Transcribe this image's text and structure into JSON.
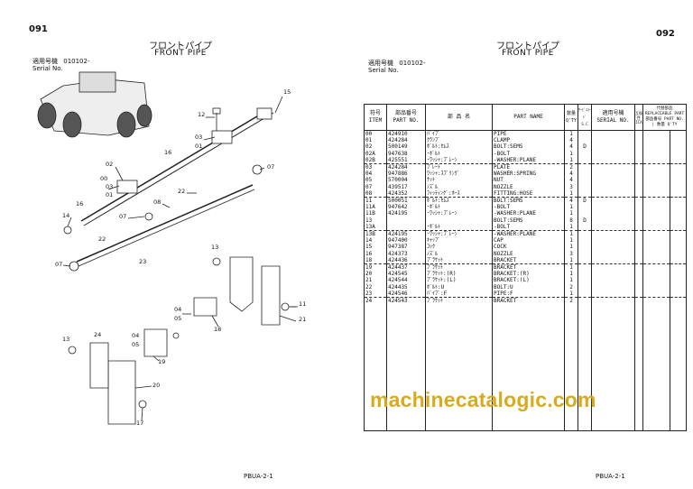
{
  "left_page": {
    "page_number": "091",
    "title_jp": "フロントパイプ",
    "title_en": "FRONT PIPE",
    "serial_label_jp": "適用号機",
    "serial_value": "010102-",
    "serial_label_en": "Serial No.",
    "footer": "PBUA-2-1",
    "callouts": [
      "15",
      "12",
      "03",
      "01",
      "16",
      "07",
      "02",
      "00",
      "03",
      "01",
      "22",
      "08",
      "07",
      "14",
      "16",
      "22",
      "07",
      "23",
      "13",
      "11",
      "21",
      "04",
      "05",
      "18",
      "13",
      "24",
      "04",
      "05",
      "19",
      "20",
      "17"
    ]
  },
  "right_page": {
    "page_number": "092",
    "title_jp": "フロントパイプ",
    "title_en": "FRONT PIPE",
    "serial_label_jp": "適用号機",
    "serial_value": "010102-",
    "serial_label_en": "Serial No.",
    "footer": "PBUA-2-1",
    "headers": {
      "item_jp": "符号",
      "item_en": "ITEM",
      "part_no_jp": "部品番号",
      "part_no_en": "PART NO.",
      "name_jp": "部 品 名",
      "part_name": "PART NAME",
      "qty_jp": "数量",
      "qty_en": "Q'TY",
      "sc_jp": "ｻｰﾋﾞｽｺｰﾄﾞ",
      "sc_en": "S.C",
      "serial_jp": "適用号機",
      "serial_en": "SERIAL NO.",
      "interchange_jp": "互換性",
      "interchange_en": "ICA",
      "replaceable_jp": "代替部品",
      "replaceable_en": "REPLACEABLE PART",
      "rep_part_no": "部品番号 PART NO.",
      "rep_qty": "数量 Q'TY"
    },
    "rows": [
      {
        "item": "00",
        "part_no": "424910",
        "name_jp": "ﾊﾟｲﾌﾟ",
        "part_name": "PIPE",
        "qty": "1",
        "sc": ""
      },
      {
        "item": "01",
        "part_no": "424284",
        "name_jp": "ｸﾗﾝﾌﾟ",
        "part_name": "CLAMP",
        "qty": "4",
        "sc": ""
      },
      {
        "item": "02",
        "part_no": "500149",
        "name_jp": "ﾎﾞﾙﾄ:ｾﾑｽ",
        "part_name": "BOLT:SEMS",
        "qty": "4",
        "sc": "D"
      },
      {
        "item": "02A",
        "part_no": "947638",
        "name_jp": "･ﾎﾞﾙﾄ",
        "part_name": "-BOLT",
        "qty": "1",
        "sc": ""
      },
      {
        "item": "02B",
        "part_no": "425551",
        "name_jp": "･ﾜｯｼｬ:ﾌﾟﾚｰﾝ",
        "part_name": "-WASHER:PLANE",
        "qty": "1",
        "sc": ""
      },
      {
        "item": "03",
        "part_no": "424284",
        "name_jp": "ﾌﾟﾚｰﾄ",
        "part_name": "PLATE",
        "qty": "2",
        "sc": ""
      },
      {
        "item": "04",
        "part_no": "947886",
        "name_jp": "ﾜｯｼｬ:ｽﾌﾟﾘﾝｸﾞ",
        "part_name": "WASHER:SPRING",
        "qty": "4",
        "sc": ""
      },
      {
        "item": "05",
        "part_no": "570004",
        "name_jp": "ﾅｯﾄ",
        "part_name": "NUT",
        "qty": "4",
        "sc": ""
      },
      {
        "item": "07",
        "part_no": "439517",
        "name_jp": "ﾉｽﾞﾙ",
        "part_name": "NOZZLE",
        "qty": "3",
        "sc": ""
      },
      {
        "item": "08",
        "part_no": "424352",
        "name_jp": "ﾌｨｯﾃｨﾝｸﾞ:ﾎｰｽ",
        "part_name": "FITTING:HOSE",
        "qty": "1",
        "sc": ""
      },
      {
        "item": "11",
        "part_no": "500051",
        "name_jp": "ﾎﾞﾙﾄ:ｾﾑｽ",
        "part_name": "BOLT:SEMS",
        "qty": "4",
        "sc": "D"
      },
      {
        "item": "11A",
        "part_no": "947642",
        "name_jp": "･ﾎﾞﾙﾄ",
        "part_name": "-BOLT",
        "qty": "1",
        "sc": ""
      },
      {
        "item": "11B",
        "part_no": "424195",
        "name_jp": "･ﾜｯｼｬ:ﾌﾟﾚｰﾝ",
        "part_name": "-WASHER:PLANE",
        "qty": "1",
        "sc": ""
      },
      {
        "item": "13",
        "part_no": "",
        "name_jp": "",
        "part_name": "BOLT:SEMS",
        "qty": "8",
        "sc": "D"
      },
      {
        "item": "13A",
        "part_no": "",
        "name_jp": "･ﾎﾞﾙﾄ",
        "part_name": "-BOLT",
        "qty": "1",
        "sc": ""
      },
      {
        "item": "13B",
        "part_no": "424195",
        "name_jp": "･ﾜｯｼｬ:ﾌﾟﾚｰﾝ",
        "part_name": "-WASHER:PLANE",
        "qty": "1",
        "sc": ""
      },
      {
        "item": "14",
        "part_no": "947400",
        "name_jp": "ｷｬｯﾌﾟ",
        "part_name": "CAP",
        "qty": "1",
        "sc": ""
      },
      {
        "item": "15",
        "part_no": "947387",
        "name_jp": "ｺｯｸ",
        "part_name": "COCK",
        "qty": "1",
        "sc": ""
      },
      {
        "item": "16",
        "part_no": "424373",
        "name_jp": "ﾉｽﾞﾙ",
        "part_name": "NOZZLE",
        "qty": "3",
        "sc": ""
      },
      {
        "item": "18",
        "part_no": "424436",
        "name_jp": "ﾌﾞﾗｹｯﾄ",
        "part_name": "BRACKET",
        "qty": "1",
        "sc": ""
      },
      {
        "item": "19",
        "part_no": "424437",
        "name_jp": "ﾌﾞﾗｹｯﾄ",
        "part_name": "BRACKET",
        "qty": "1",
        "sc": ""
      },
      {
        "item": "20",
        "part_no": "424545",
        "name_jp": "ﾌﾞﾗｹｯﾄ:(R)",
        "part_name": "BRACKET:(R)",
        "qty": "1",
        "sc": ""
      },
      {
        "item": "21",
        "part_no": "424544",
        "name_jp": "ﾌﾞﾗｹｯﾄ:(L)",
        "part_name": "BRACKET:(L)",
        "qty": "1",
        "sc": ""
      },
      {
        "item": "22",
        "part_no": "424435",
        "name_jp": "ﾎﾞﾙﾄ:U",
        "part_name": "BOLT:U",
        "qty": "2",
        "sc": ""
      },
      {
        "item": "23",
        "part_no": "424546",
        "name_jp": "ﾊﾟｲﾌﾟ:F",
        "part_name": "PIPE:F",
        "qty": "1",
        "sc": ""
      },
      {
        "item": "24",
        "part_no": "424543",
        "name_jp": "ﾌﾞﾗｹｯﾄ",
        "part_name": "BRACKET",
        "qty": "2",
        "sc": ""
      }
    ],
    "separator_after": [
      "02B",
      "08",
      "13A",
      "18",
      "23"
    ]
  },
  "watermark": "machinecatalogic.com",
  "colors": {
    "watermark": "#d6a713",
    "ink": "#111111"
  }
}
